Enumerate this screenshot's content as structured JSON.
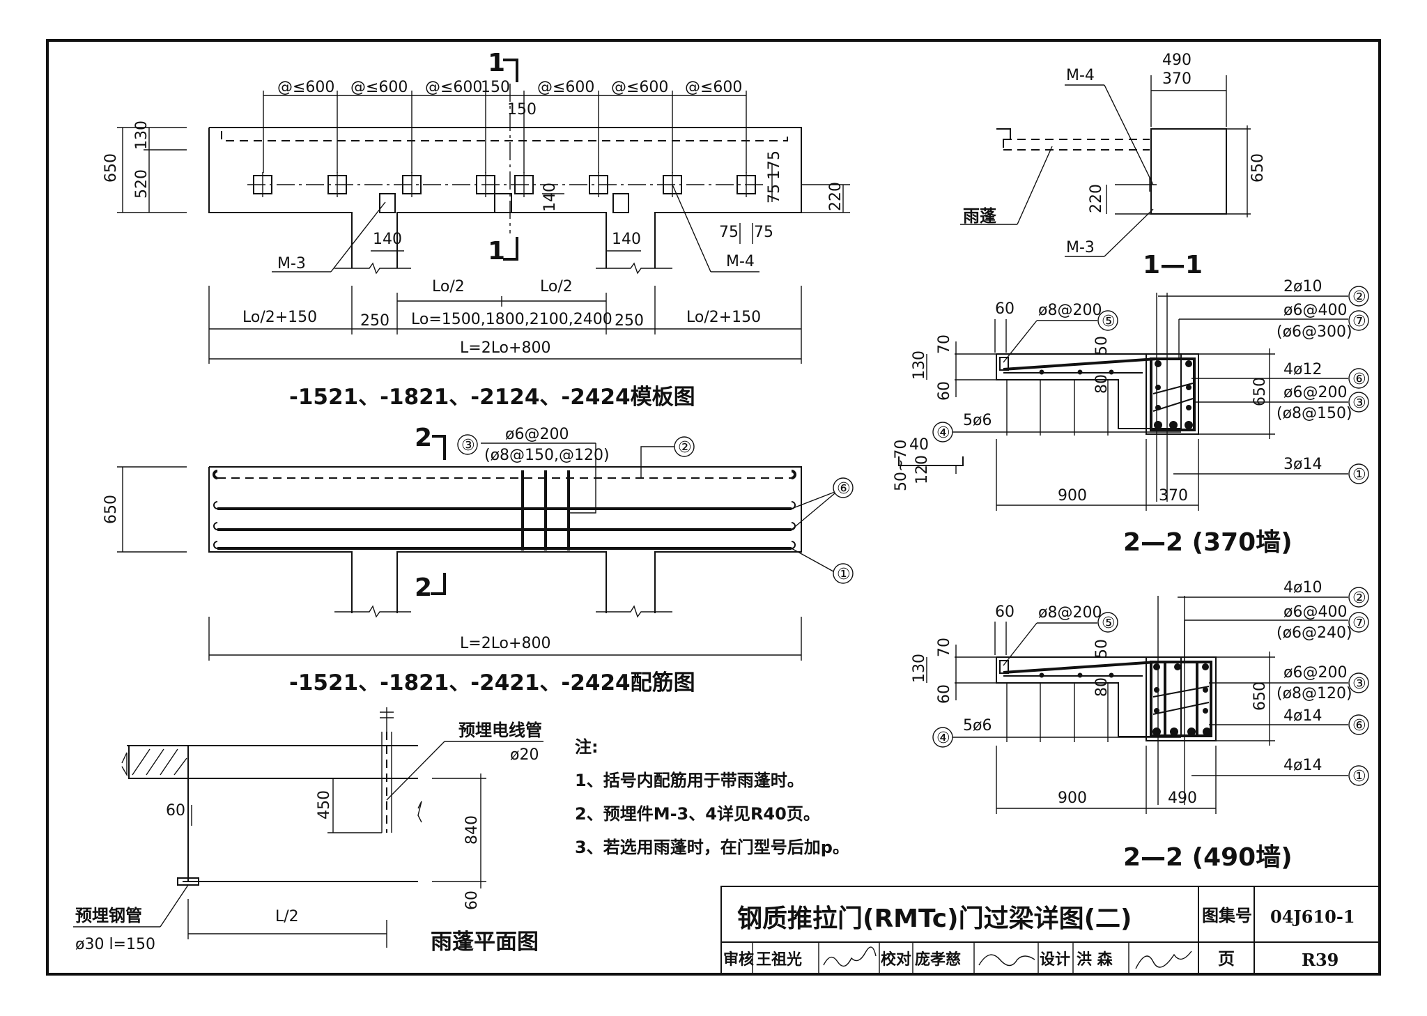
{
  "elevation": {
    "spacing_labels": [
      "@≤600",
      "@≤600",
      "@≤600",
      "@≤600",
      "@≤600",
      "@≤600"
    ],
    "mid_dims": [
      "150",
      "150"
    ],
    "section_mark": "1",
    "left_dims": [
      "650",
      "130",
      "520"
    ],
    "right_dims": [
      "175",
      "75",
      "220",
      "140"
    ],
    "embed_left": "M-3",
    "embed_right": "M-4",
    "embed_w_left": "140",
    "embed_w_right": "140",
    "embed_gap": [
      "75",
      "75"
    ],
    "half_spans": [
      "Lo/2",
      "Lo/2"
    ],
    "spans": [
      "Lo/2+150",
      "250",
      "Lo=1500,1800,2100,2400",
      "250",
      "Lo/2+150"
    ],
    "total": "L=2Lo+800",
    "title": "-1521、-1821、-2124、-2424模板图"
  },
  "reinforcement": {
    "section_mark": "2",
    "stirrup_label": "ø6@200",
    "stirrup_alt": "(ø8@150,@120)",
    "marks": [
      "③",
      "②",
      "⑥",
      "①"
    ],
    "height": "650",
    "total": "L=2Lo+800",
    "title": "-1521、-1821、-2421、-2424配筋图"
  },
  "canopy_plan": {
    "pipe_label": "预埋电线管",
    "pipe_size": "ø20",
    "steel_label": "预埋钢管",
    "steel_size": "ø30  l=150",
    "dims": [
      "60",
      "450",
      "840",
      "60",
      "L/2"
    ],
    "title": "雨蓬平面图"
  },
  "notes": {
    "heading": "注:",
    "items": [
      "1、括号内配筋用于带雨蓬时。",
      "2、预埋件M-3、4详见R40页。",
      "3、若选用雨蓬时，在门型号后加p。"
    ]
  },
  "section_1": {
    "top_dims": [
      "490",
      "370"
    ],
    "height": "650",
    "embed_depth": "220",
    "labels": [
      "M-4",
      "雨蓬",
      "M-3"
    ],
    "title": "1—1"
  },
  "section_370": {
    "left_dims": [
      "60",
      "70",
      "130",
      "60"
    ],
    "inner_dims": [
      "50",
      "80"
    ],
    "slab_bar": "ø8@200",
    "dist_bar": "5ø6",
    "hook_dims": [
      "40",
      "50~70",
      "120"
    ],
    "bars": [
      "2ø10",
      "ø6@400",
      "(ø6@300)",
      "4ø12",
      "ø6@200",
      "(ø8@150)",
      "3ø14"
    ],
    "marks": [
      "②",
      "⑦",
      "⑥",
      "③",
      "①",
      "⑤",
      "④"
    ],
    "height": "650",
    "widths": [
      "900",
      "370"
    ],
    "title": "2—2 (370墙)"
  },
  "section_490": {
    "left_dims": [
      "60",
      "70",
      "130",
      "60"
    ],
    "inner_dims": [
      "50",
      "80"
    ],
    "slab_bar": "ø8@200",
    "dist_bar": "5ø6",
    "bars": [
      "4ø10",
      "ø6@400",
      "(ø6@240)",
      "ø6@200",
      "(ø8@120)",
      "4ø14",
      "4ø14"
    ],
    "marks": [
      "②",
      "⑦",
      "③",
      "⑥",
      "①",
      "⑤",
      "④"
    ],
    "height": "650",
    "widths": [
      "900",
      "490"
    ],
    "title": "2—2 (490墙)"
  },
  "title_block": {
    "title": "钢质推拉门(RMTc)门过梁详图(二)",
    "atlas_label": "图集号",
    "atlas_no": "04J610-1",
    "page_label": "页",
    "page_no": "R39",
    "review_label": "审核",
    "reviewer": "王祖光",
    "check_label": "校对",
    "checker": "庞孝慈",
    "design_label": "设计",
    "designer": "洪  森"
  }
}
